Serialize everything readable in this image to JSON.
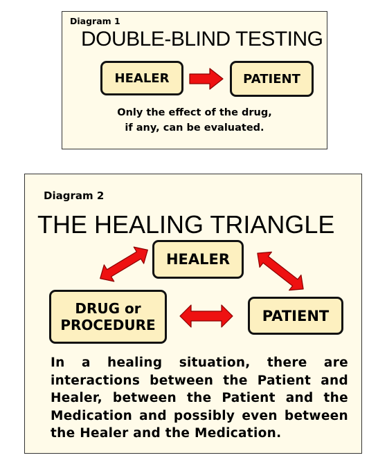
{
  "colors": {
    "panel_background": "#fffbe9",
    "box_fill": "#fdf0c0",
    "box_border": "#111111",
    "arrow_fill": "#ee1111",
    "arrow_outline": "#8a0000"
  },
  "diagram1": {
    "label": "Diagram 1",
    "title": "DOUBLE-BLIND TESTING",
    "healer": "HEALER",
    "patient": "PATIENT",
    "arrow": "healer-to-patient",
    "caption": "Only the effect of the drug,\nif any, can be evaluated."
  },
  "diagram2": {
    "label": "Diagram 2",
    "title": "THE HEALING TRIANGLE",
    "healer": "HEALER",
    "drug": "DRUG or PROCEDURE",
    "patient": "PATIENT",
    "arrows": [
      "healer-drug (double-headed)",
      "healer-patient (double-headed)",
      "drug-patient (double-headed)"
    ],
    "caption": "In a healing situation, there are interactions between the Patient and Healer, between the Patient and the Medication and possibly even between the Healer and the Medication."
  }
}
